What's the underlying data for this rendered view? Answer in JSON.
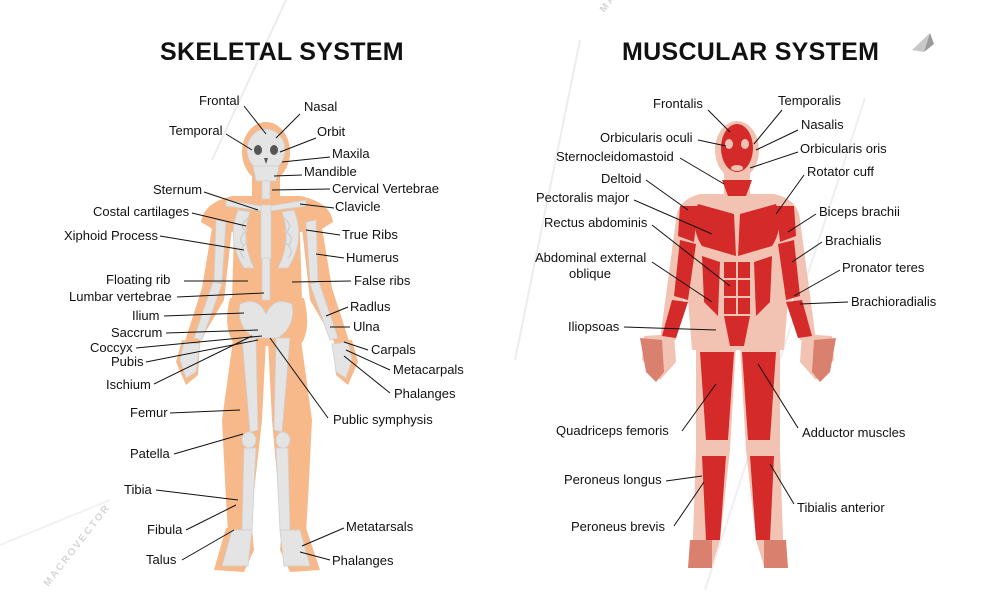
{
  "titles": {
    "skeletal": "SKELETAL SYSTEM",
    "muscular": "MUSCULAR SYSTEM"
  },
  "watermark": "MACROVECTOR",
  "colors": {
    "skin": "#f8b98a",
    "bone": "#e4e4e4",
    "muscle": "#d42a2a",
    "tendon": "#f2c3b3",
    "line": "#111111"
  },
  "skeletal_labels": {
    "frontal": "Frontal",
    "nasal": "Nasal",
    "temporal": "Temporal",
    "orbit": "Orbit",
    "maxila": "Maxila",
    "mandible": "Mandible",
    "sternum": "Sternum",
    "cervical_vertebrae": "Cervical Vertebrae",
    "costal_cartilages": "Costal cartilages",
    "clavicle": "Clavicle",
    "xiphoid_process": "Xiphoid Process",
    "true_ribs": "True Ribs",
    "humerus": "Humerus",
    "floating_rib": "Floating rib",
    "false_ribs": "False ribs",
    "lumbar_vertebrae": "Lumbar vertebrae",
    "radius": "Radlus",
    "ilium": "Ilium",
    "ulna": "Ulna",
    "saccrum": "Saccrum",
    "coccyx": "Coccyx",
    "carpals": "Carpals",
    "pubis": "Pubis",
    "metacarpals": "Metacarpals",
    "ischium": "Ischium",
    "phalanges_hand": "Phalanges",
    "femur": "Femur",
    "public_symphysis": "Public symphysis",
    "patella": "Patella",
    "tibia": "Tibia",
    "fibula": "Fibula",
    "metatarsals": "Metatarsals",
    "talus": "Talus",
    "phalanges_foot": "Phalanges"
  },
  "muscular_labels": {
    "frontalis": "Frontalis",
    "temporalis": "Temporalis",
    "nasalis": "Nasalis",
    "orbicularis_oculi": "Orbicularis oculi",
    "orbicularis_oris": "Orbicularis oris",
    "sternocleidomastoid": "Sternocleidomastoid",
    "rotator_cuff": "Rotator cuff",
    "deltoid": "Deltoid",
    "pectoralis_major": "Pectoralis major",
    "biceps_brachii": "Biceps brachii",
    "rectus_abdominis": "Rectus abdominis",
    "brachialis": "Brachialis",
    "abdominal_external_oblique_1": "Abdominal external",
    "abdominal_external_oblique_2": "oblique",
    "pronator_teres": "Pronator teres",
    "brachioradialis": "Brachioradialis",
    "iliopsoas": "Iliopsoas",
    "quadriceps_femoris": "Quadriceps femoris",
    "adductor_muscles": "Adductor muscles",
    "peroneus_longus": "Peroneus longus",
    "tibialis_anterior": "Tibialis anterior",
    "peroneus_brevis": "Peroneus brevis"
  }
}
